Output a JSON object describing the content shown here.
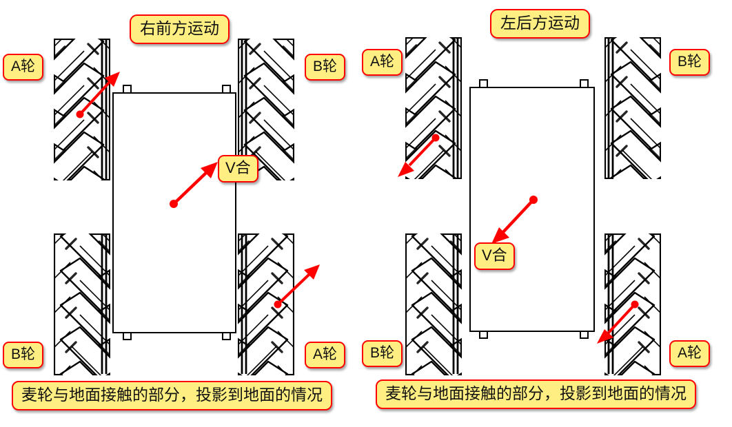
{
  "diagrams": [
    {
      "id": "left",
      "title": "右前方运动",
      "caption": "麦轮与地面接触的部分，投影到地面的情况",
      "resultant_label": "V合",
      "wheels": [
        {
          "position": "front-left",
          "label": "A轮",
          "roller_dir": "nesw",
          "arrow": "up-right"
        },
        {
          "position": "front-right",
          "label": "B轮",
          "roller_dir": "nwse",
          "arrow": "none"
        },
        {
          "position": "rear-left",
          "label": "B轮",
          "roller_dir": "nwse",
          "arrow": "none"
        },
        {
          "position": "rear-right",
          "label": "A轮",
          "roller_dir": "nesw",
          "arrow": "up-right"
        }
      ],
      "resultant_arrow": "up-right"
    },
    {
      "id": "right",
      "title": "左后方运动",
      "caption": "麦轮与地面接触的部分，投影到地面的情况",
      "resultant_label": "V合",
      "wheels": [
        {
          "position": "front-left",
          "label": "A轮",
          "roller_dir": "nesw",
          "arrow": "down-left"
        },
        {
          "position": "front-right",
          "label": "B轮",
          "roller_dir": "nwse",
          "arrow": "none"
        },
        {
          "position": "rear-left",
          "label": "B轮",
          "roller_dir": "nwse",
          "arrow": "none"
        },
        {
          "position": "rear-right",
          "label": "A轮",
          "roller_dir": "nesw",
          "arrow": "down-left"
        }
      ],
      "resultant_arrow": "down-left"
    }
  ],
  "colors": {
    "tag_fill": "#ffef83",
    "tag_border": "#ff0000",
    "arrow": "#ff0000",
    "line": "#000000",
    "background": "#ffffff"
  }
}
